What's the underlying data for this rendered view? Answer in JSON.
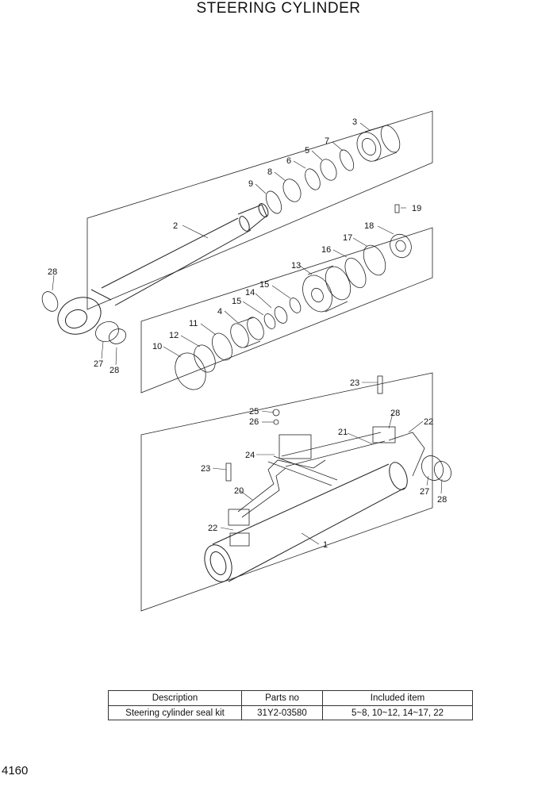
{
  "title": "STEERING CYLINDER",
  "page_number": "4160",
  "callouts": [
    "1",
    "2",
    "3",
    "4",
    "5",
    "6",
    "7",
    "8",
    "9",
    "10",
    "11",
    "12",
    "13",
    "14",
    "15",
    "15",
    "16",
    "17",
    "18",
    "19",
    "20",
    "21",
    "22",
    "22",
    "23",
    "23",
    "24",
    "25",
    "26",
    "27",
    "27",
    "28",
    "28",
    "28",
    "28"
  ],
  "table": {
    "headers": [
      "Description",
      "Parts no",
      "Included item"
    ],
    "rows": [
      [
        "Steering cylinder seal kit",
        "31Y2-03580",
        "5~8, 10~12, 14~17, 22"
      ]
    ]
  }
}
